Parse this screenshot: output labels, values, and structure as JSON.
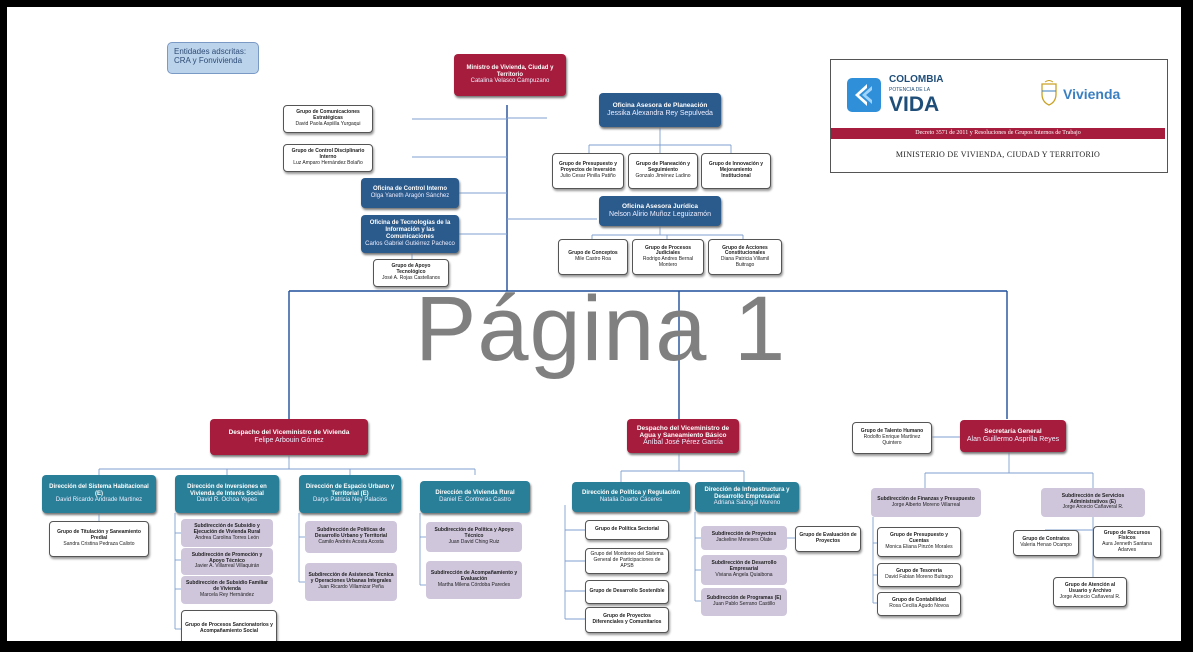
{
  "watermark": "Página 1",
  "entidades": {
    "line1": "Entidades adscritas:",
    "line2": "CRA y Fonvivienda"
  },
  "logo": {
    "colombia": "COLOMBIA",
    "potencia": "POTENCIA DE LA",
    "vida": "VIDA",
    "vivienda": "Vivienda",
    "decreto": "Decreto 3571 de 2011 y Resoluciones de Grupos Internos de Trabajo",
    "ministerio": "MINISTERIO DE VIVIENDA, CIUDAD Y TERRITORIO",
    "brand_color": "#a61c3c"
  },
  "nodes": {
    "ministro": {
      "title": "Ministro de Vivienda, Ciudad y Territorio",
      "name": "Catalina Velasco Campuzano"
    },
    "comunicaciones": {
      "title": "Grupo de Comunicaciones Estratégicas",
      "name": "David Paola Aspiilla Yurgaqui"
    },
    "control_disciplinario": {
      "title": "Grupo de Control Disciplinario Interno",
      "name": "Luz Amparo Hernández Bolaño"
    },
    "control_interno": {
      "title": "Oficina de Control Interno",
      "name": "Olga Yaneth Aragón Sánchez"
    },
    "tic": {
      "title": "Oficina de Tecnologías de la Información y las Comunicaciones",
      "name": "Carlos Gabriel Gutiérrez Pacheco"
    },
    "apoyo_tecnologico": {
      "title": "Grupo de Apoyo Tecnológico",
      "name": "José A. Rojas Castellanos"
    },
    "planeacion": {
      "title": "Oficina Asesora de Planeación",
      "name": "Jessika Alexandra Rey Sepulveda"
    },
    "presupuesto_proyectos": {
      "title": "Grupo de Presupuesto y Proyectos de Inversión",
      "name": "Julio Cesar Pinilla Patiño"
    },
    "planeacion_seguimiento": {
      "title": "Grupo de Planeación y Seguimiento",
      "name": "Gonzalo Jiménez Ladino"
    },
    "innovacion": {
      "title": "Grupo de Innovación y Mejoramiento Institucional",
      "name": ""
    },
    "juridica": {
      "title": "Oficina Asesora Jurídica",
      "name": "Nelson Alirio Muñoz Leguizamón"
    },
    "conceptos": {
      "title": "Grupo de Conceptos",
      "name": "Mile Castro Roa"
    },
    "procesos_judiciales": {
      "title": "Grupo de Procesos Judiciales",
      "name": "Rodrigo Andres Bernal Montero"
    },
    "acciones_constitucionales": {
      "title": "Grupo de Acciones Constitucionales",
      "name": "Diana Patricia Villamil Buitrago"
    },
    "vice_vivienda": {
      "title": "Despacho del Viceministro de Vivienda",
      "name": "Felipe Arbouin Gómez"
    },
    "sistema_habitacional": {
      "title": "Dirección del Sistema Habitacional (E)",
      "name": "David Ricardo Andrade Martinez"
    },
    "titulacion": {
      "title": "Grupo de Titulación y Saneamiento Predial",
      "name": "Sandra Cristina Pedraza Calixto"
    },
    "inversiones": {
      "title": "Dirección de Inversiones en Vivienda de Interés Social",
      "name": "David R. Ochoa Yepes"
    },
    "sub_subsidio_ejecucion": {
      "title": "Subdirección de Subsidio y Ejecución de Vivienda Rural",
      "name": "Andrea Carolina Torres León"
    },
    "sub_promocion": {
      "title": "Subdirección de Promoción y Apoyo Técnico",
      "name": "Javier A. Villarreal Villaquirán"
    },
    "sub_subsidio_familiar": {
      "title": "Subdirección de Subsidio Familiar de Vivienda",
      "name": "Marcela Rey Hernández"
    },
    "procesos_sancionatorios": {
      "title": "Grupo de Procesos Sancionatorios y Acompañamiento Social",
      "name": ""
    },
    "espacio_urbano": {
      "title": "Dirección de Espacio Urbano y Territorial (E)",
      "name": "Darys Patricia Ney Palacios"
    },
    "sub_politicas_urbano": {
      "title": "Subdirección de Políticas de Desarrollo Urbano y Territorial",
      "name": "Camilo Andrés Acosta Acosta"
    },
    "sub_asistencia_tecnica": {
      "title": "Subdirección de Asistencia Técnica y Operaciones Urbanas Integrales",
      "name": "Juan Ricardo Villamizar Peña"
    },
    "vivienda_rural": {
      "title": "Dirección de Vivienda Rural",
      "name": "Daniel E. Contreras Castro"
    },
    "sub_politica_apoyo": {
      "title": "Subdirección de Política y Apoyo Técnico",
      "name": "Juan David Ching Ruiz"
    },
    "sub_acompanamiento": {
      "title": "Subdirección de Acompañamiento y Evaluación",
      "name": "Martha Milena Córdoba Paredes"
    },
    "vice_agua": {
      "title": "Despacho del Viceministro de Agua y Saneamiento Básico",
      "name": "Aníbal José Pérez García"
    },
    "politica_regulacion": {
      "title": "Dirección de Política y Regulación",
      "name": "Natalia Duarte Cáceres"
    },
    "politica_sectorial": {
      "title": "Grupo de Política Sectorial",
      "name": ""
    },
    "monitoreo_sgp": {
      "title": "Grupo del Monitoreo del Sistema General de Participaciones de APSB",
      "name": ""
    },
    "desarrollo_sostenible": {
      "title": "Grupo de Desarrollo Sostenible",
      "name": ""
    },
    "proyectos_diferenciales": {
      "title": "Grupo de Proyectos Diferenciales y Comunitarios",
      "name": ""
    },
    "infraestructura": {
      "title": "Dirección de Infraestructura y Desarrollo Empresarial",
      "name": "Adriana Sabogal Moreno"
    },
    "sub_proyectos": {
      "title": "Subdirección de Proyectos",
      "name": "Jackeline Meneses Olate"
    },
    "sub_desarrollo_empresarial": {
      "title": "Subdirección de Desarrollo Empresarial",
      "name": "Viviana Angela Quiaibona"
    },
    "sub_programas": {
      "title": "Subdirección de Programas (E)",
      "name": "Juan Pablo Serrano Castillo"
    },
    "evaluacion_proyectos": {
      "title": "Grupo de Evaluación de Proyectos",
      "name": ""
    },
    "secretaria": {
      "title": "Secretaría General",
      "name": "Alan Guillermo Asprilla Reyes"
    },
    "talento_humano": {
      "title": "Grupo de Talento Humano",
      "name": "Rodolfo Enrique Martínez Quintero"
    },
    "sub_finanzas": {
      "title": "Subdirección de Finanzas y Presupuesto",
      "name": "Jorge Alberto Moreno Villarreal"
    },
    "presupuesto_cuentas": {
      "title": "Grupo de Presupuesto y Cuentas",
      "name": "Monica Eliana Pinzón Morales"
    },
    "tesoreria": {
      "title": "Grupo de Tesorería",
      "name": "David Fabian Moreno Buitrago"
    },
    "contabilidad": {
      "title": "Grupo de Contabilidad",
      "name": "Rosa Cecilia Agudo Novoa"
    },
    "sub_servicios": {
      "title": "Subdirección de Servicios Administrativos (E)",
      "name": "Jorge Arcecio Cañaveral R."
    },
    "contratos": {
      "title": "Grupo de Contratos",
      "name": "Valeria Henao Ocampo"
    },
    "recursos_fisicos": {
      "title": "Grupo de Recursos Físicos",
      "name": "Aura Jenneth Santana Adarves"
    },
    "atencion_usuario": {
      "title": "Grupo de Atención al Usuario y Archivo",
      "name": "Jorge Arcecio Cañaveral R."
    }
  }
}
